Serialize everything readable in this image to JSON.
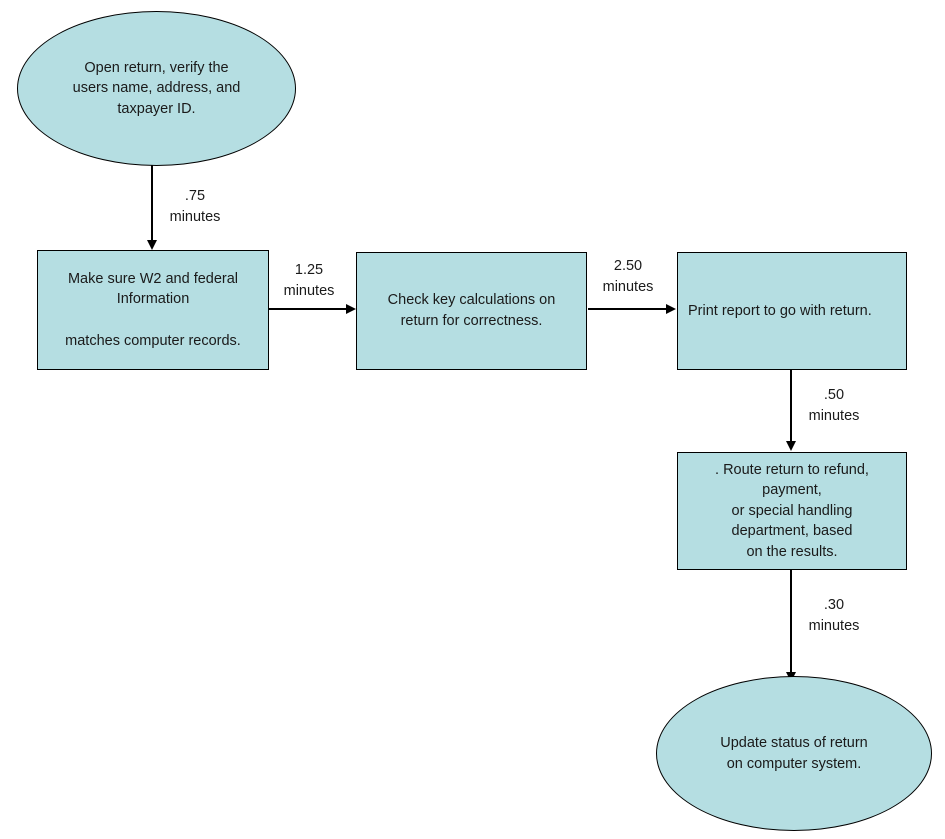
{
  "diagram": {
    "type": "flowchart",
    "title": "Tax return processing flowchart",
    "background_color": "#ffffff",
    "node_fill_color": "#b5dee2",
    "node_border_color": "#000000",
    "text_color": "#1a1a1a",
    "nodes": [
      {
        "id": "start",
        "shape": "ellipse",
        "text": "Open return, verify the\nusers name, address, and\ntaxpayer ID."
      },
      {
        "id": "verify",
        "shape": "rectangle",
        "text": "Make sure W2 and federal\nInformation\n\nmatches computer records."
      },
      {
        "id": "check",
        "shape": "rectangle",
        "text": "Check key calculations on\nreturn for correctness."
      },
      {
        "id": "print",
        "shape": "rectangle",
        "text": "Print report to go with return."
      },
      {
        "id": "route",
        "shape": "rectangle",
        "text": ".  Route return to refund,\npayment,\nor special handling\ndepartment, based\non the results."
      },
      {
        "id": "end",
        "shape": "ellipse",
        "text": "Update status of return\non computer system."
      }
    ],
    "edges": [
      {
        "id": "start-to-verify",
        "from": "start",
        "to": "verify",
        "label": ".75\nminutes",
        "direction": "down"
      },
      {
        "id": "verify-to-check",
        "from": "verify",
        "to": "check",
        "label": "1.25\nminutes",
        "direction": "right"
      },
      {
        "id": "check-to-print",
        "from": "check",
        "to": "print",
        "label": "2.50\nminutes",
        "direction": "right"
      },
      {
        "id": "print-to-route",
        "from": "print",
        "to": "route",
        "label": ".50\nminutes",
        "direction": "down"
      },
      {
        "id": "route-to-end",
        "from": "route",
        "to": "end",
        "label": ".30\nminutes",
        "direction": "down"
      }
    ]
  }
}
